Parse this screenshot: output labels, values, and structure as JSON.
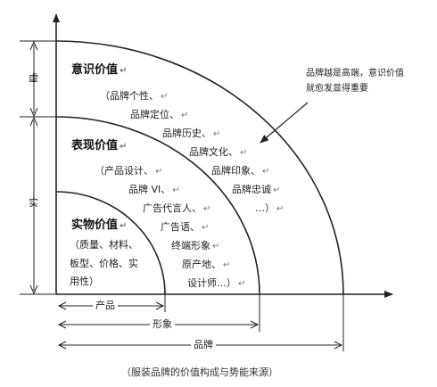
{
  "sections": {
    "outer": {
      "title": "意识价值",
      "items": [
        "（品牌个性、",
        "品牌定位、",
        "品牌历史、",
        "品牌文化、",
        "品牌印象、",
        "品牌忠诚",
        "…）"
      ]
    },
    "middle": {
      "title": "表现价值",
      "items": [
        "（产品设计、",
        "品牌 VI、",
        "广告代言人、",
        "广告语、",
        "终端形象",
        "原产地、",
        "设计师…）"
      ]
    },
    "inner": {
      "title": "实物价值",
      "lines": [
        "（质量、材料、",
        "板型、价格、实",
        "用性）"
      ]
    }
  },
  "annotation": {
    "line1": "品牌越是高端，意识价值",
    "line2": "就愈发显得重要"
  },
  "left_axis": {
    "top": "虚",
    "mid": "实"
  },
  "bottom_axis": {
    "level1": "产品",
    "level2": "形象",
    "level3": "品牌"
  },
  "paragraph_mark": "↵",
  "caption": "（服装品牌的价值构成与势能来源）"
}
